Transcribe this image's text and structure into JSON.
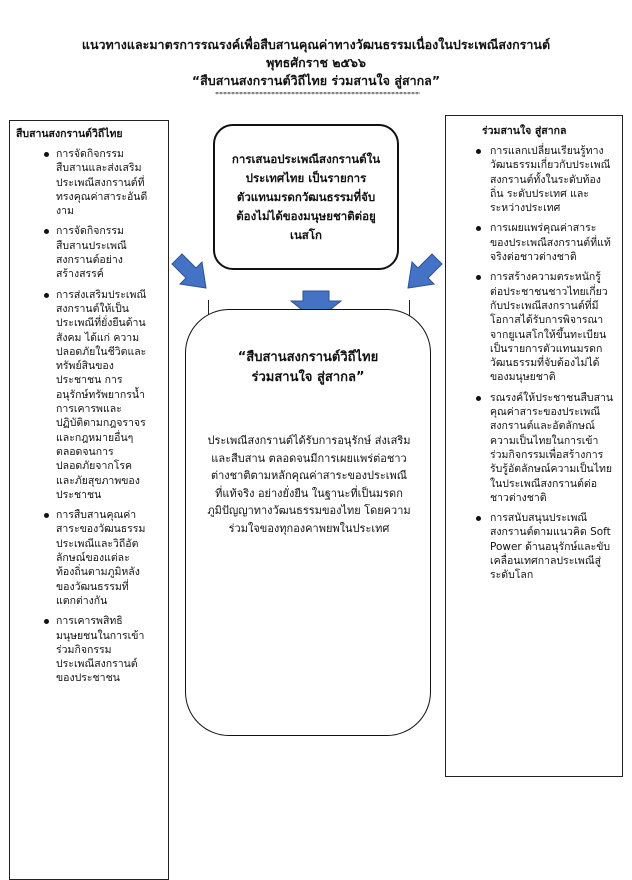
{
  "header": {
    "line1": "แนวทางและมาตรการรณรงค์เพื่อสืบสานคุณค่าทางวัฒนธรรมเนื่องในประเพณีสงกรานต์",
    "line2": "พุทธศักราช ๒๕๖๖",
    "line3": "“สืบสานสงกรานต์วิถีไทย  ร่วมสานใจ สู่สากล”",
    "divider": "*******************************************************"
  },
  "top_box": {
    "text": "การเสนอประเพณีสงกรานต์ในประเทศไทย เป็นรายการตัวแทนมรดกวัฒนธรรมที่จับต้องไม่ได้ของมนุษยชาติต่อยูเนสโก"
  },
  "center_box": {
    "title_line1": "“สืบสานสงกรานต์วิถีไทย",
    "title_line2": "ร่วมสานใจ สู่สากล”",
    "body": "ประเพณีสงกรานต์ได้รับการอนุรักษ์ ส่งเสริม และสืบสาน ตลอดจนมีการเผยแพร่ต่อชาวต่างชาติตามหลักคุณค่าสาระของประเพณีที่แท้จริง อย่างยั่งยืน ในฐานะที่เป็นมรดกภูมิปัญญาทางวัฒนธรรมของไทย โดยความร่วมใจของทุกองคาพยพในประเทศ"
  },
  "left_box": {
    "title": "สืบสานสงกรานต์วิถีไทย",
    "items": [
      "การจัดกิจกรรมสืบสานและส่งเสริมประเพณีสงกรานต์ที่ทรงคุณค่าสาระอันดีงาม",
      "การจัดกิจกรรมสืบสานประเพณีสงกรานต์อย่างสร้างสรรค์",
      "การส่งเสริมประเพณีสงกรานต์ให้เป็นประเพณีที่ยั่งยืนด้านสังคม ได้แก่ ความปลอดภัยในชีวิตและทรัพย์สินของประชาชน การอนุรักษ์ทรัพยากรน้ำ การเคารพและปฏิบัติตามกฎจราจรและกฎหมายอื่นๆ ตลอดจนการปลอดภัยจากโรคและภัยสุขภาพของประชาชน",
      "การสืบสานคุณค่าสาระของวัฒนธรรม ประเพณีและวิถีอัตลักษณ์ของแต่ละท้องถิ่นตามภูมิหลังของวัฒนธรรมที่แตกต่างกัน",
      "การเคารพสิทธิมนุษยชนในการเข้าร่วมกิจกรรมประเพณีสงกรานต์ของประชาชน"
    ]
  },
  "right_box": {
    "title": "ร่วมสานใจ สู่สากล",
    "items": [
      "การแลกเปลี่ยนเรียนรู้ทางวัฒนธรรมเกี่ยวกับประเพณีสงกรานต์ทั้งในระดับท้องถิ่น ระดับประเทศ และระหว่างประเทศ",
      "การเผยแพร่คุณค่าสาระของประเพณีสงกรานต์ที่แท้จริงต่อชาวต่างชาติ",
      "การสร้างความตระหนักรู้ต่อประชาชนชาวไทยเกี่ยวกับประเพณีสงกรานต์ที่มีโอกาสได้รับการพิจารณาจากยูเนสโกให้ขึ้นทะเบียนเป็นรายการตัวแทนมรดกวัฒนธรรมที่จับต้องไม่ได้ของมนุษยชาติ",
      "รณรงค์ให้ประชาชนสืบสานคุณค่าสาระของประเพณีสงกรานต์และอัตลักษณ์ความเป็นไทยในการเข้าร่วมกิจกรรมเพื่อสร้างการรับรู้อัตลักษณ์ความเป็นไทยในประเพณีสงกรานต์ต่อชาวต่างชาติ",
      "การสนับสนุนประเพณีสงกรานต์ตามแนวคิด Soft Power ด้านอนุรักษ์และขับเคลื่อนเทศกาลประเพณีสู่ระดับโลก"
    ]
  },
  "colors": {
    "arrow_fill": "#4472c4",
    "arrow_stroke": "#2f528f"
  }
}
